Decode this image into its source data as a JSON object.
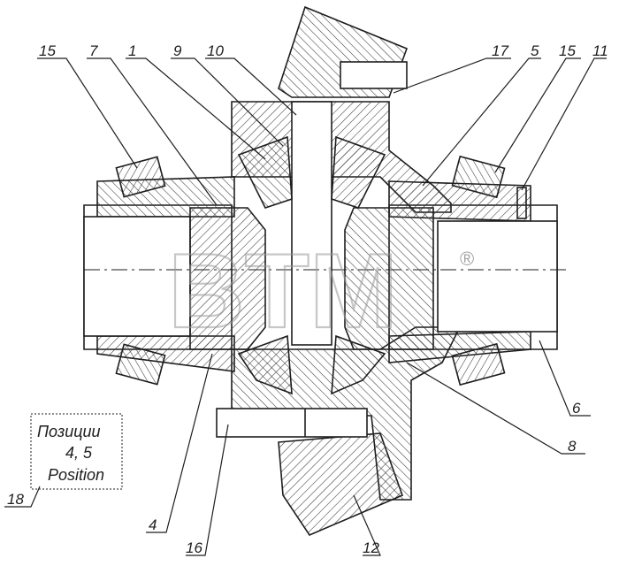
{
  "watermark": {
    "text": "BTM",
    "registered": "®"
  },
  "callouts": {
    "c1": "1",
    "c4": "4",
    "c5": "5",
    "c6": "6",
    "c7": "7",
    "c8": "8",
    "c9": "9",
    "c10": "10",
    "c11": "11",
    "c12": "12",
    "c15a": "15",
    "c15b": "15",
    "c16": "16",
    "c17": "17",
    "c18": "18"
  },
  "note": {
    "line1": "Позиции",
    "line2": "4, 5",
    "line3": "Position"
  },
  "colors": {
    "ink": "#1e1e1e",
    "hatch": "#3a3a3a",
    "watermark": "#9a9a9a"
  }
}
